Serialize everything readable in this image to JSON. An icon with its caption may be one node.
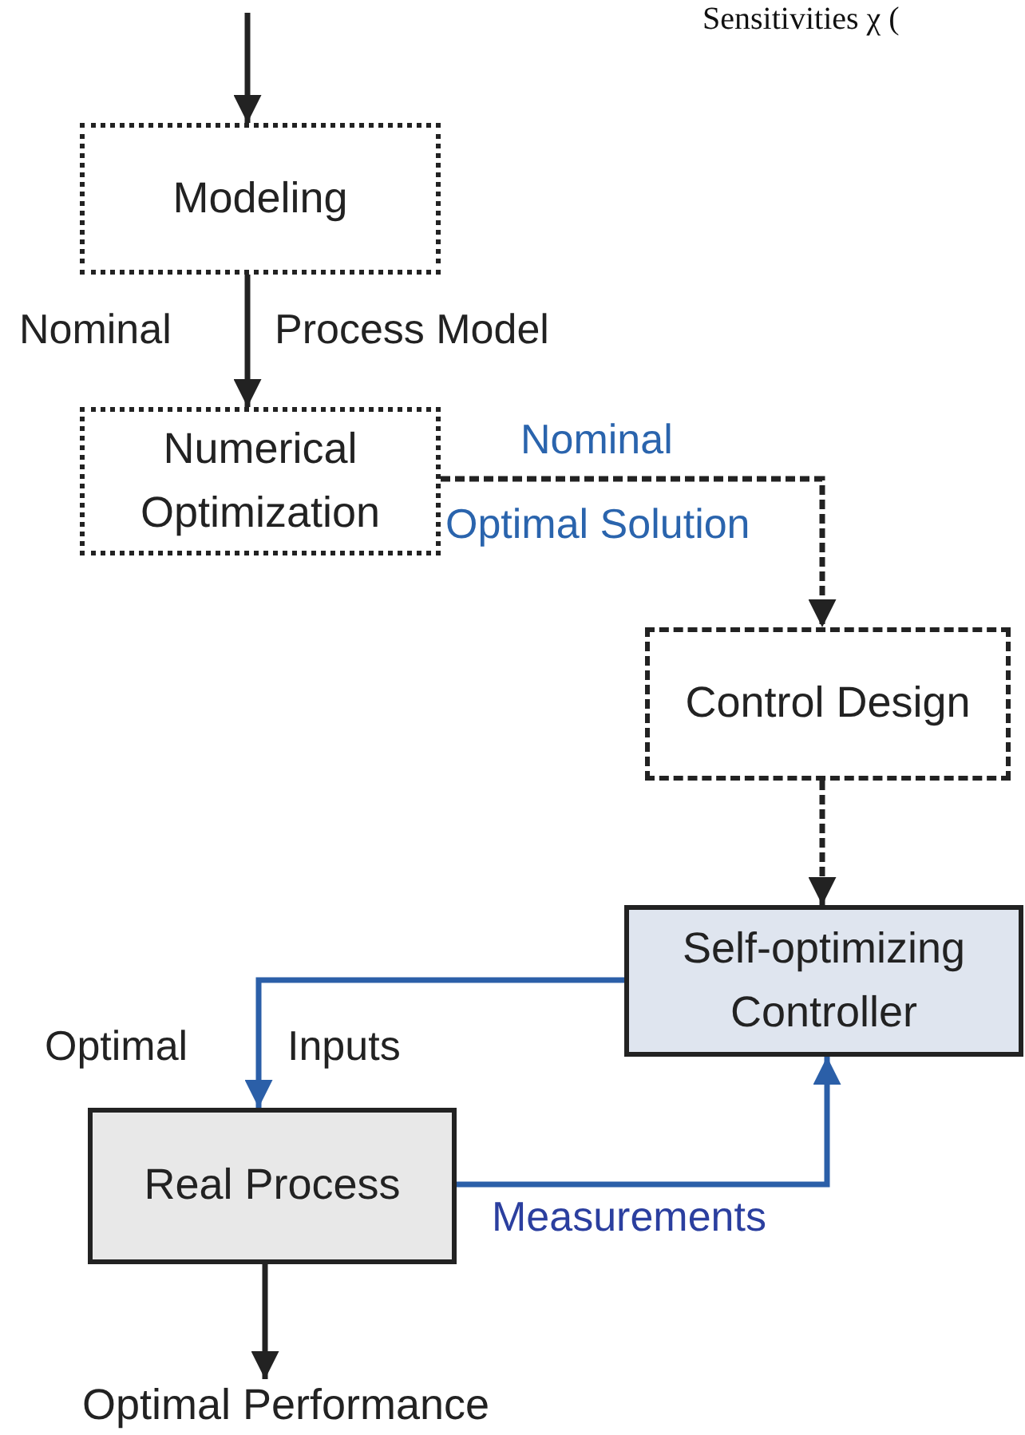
{
  "diagram": {
    "nodes": [
      {
        "text": [
          "Modeling"
        ]
      },
      {
        "text": [
          "Numerical Optimization"
        ]
      },
      {
        "text": [
          "Control Design"
        ]
      },
      {
        "text": [
          "Self-optimizing Controller"
        ]
      },
      {
        "text": [
          "Real Process"
        ]
      },
      {
        "text": [
          "Optimal Performance"
        ]
      }
    ],
    "edges": [
      {
        "from": null,
        "to": 0,
        "arrow": "to"
      },
      {
        "from": 0,
        "to": 1,
        "arrow": "to"
      },
      {
        "from": 1,
        "to": 2,
        "arrow": "to",
        "style": "dashed"
      },
      {
        "from": 2,
        "to": 3,
        "arrow": "to",
        "style": "dashed"
      },
      {
        "from": 3,
        "to": 4,
        "arrow": "to",
        "color": "#2b5fa8"
      },
      {
        "from": 4,
        "to": 3,
        "arrow": "to",
        "color": "#2b5fa8"
      },
      {
        "from": 4,
        "to": 5,
        "arrow": "to"
      }
    ],
    "labels": [
      "Sensitivities χ (",
      "Nominal",
      "Process Model",
      "Nominal",
      "Optimal Solution",
      "Optimal",
      "Inputs",
      "Measurements"
    ]
  }
}
